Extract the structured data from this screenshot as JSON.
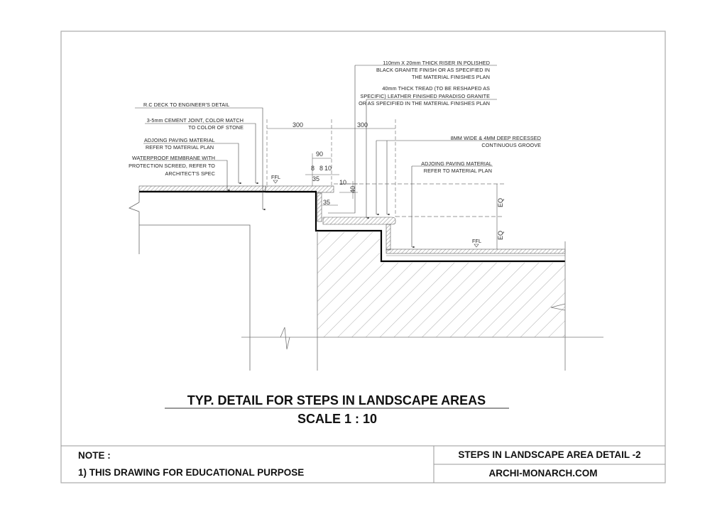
{
  "drawing": {
    "title": "TYP. DETAIL FOR STEPS IN LANDSCAPE AREAS",
    "scale": "SCALE 1  : 10"
  },
  "annotations": {
    "riser": [
      "110mm X 20mm THICK RISER IN POLISHED",
      "BLACK GRANITE FINISH OR AS SPECIFIED IN",
      "THE MATERIAL FINISHES PLAN"
    ],
    "tread": [
      "40mm THICK TREAD  (TO BE RESHAPED AS",
      "SPECIFIC) LEATHER FINISHED PARADISO GRANITE",
      "OR AS SPECIFIED IN THE MATERIAL FINISHES PLAN"
    ],
    "rc_deck": [
      "R.C DECK TO ENGINEER'S DETAIL"
    ],
    "cement_joint": [
      "3-5mm CEMENT JOINT,  COLOR MATCH",
      "TO COLOR OF STONE"
    ],
    "paving_upper": [
      "ADJOING PAVING MATERIAL",
      "REFER TO MATERIAL PLAN"
    ],
    "membrane": [
      "WATERPROOF MEMBRANE WITH",
      "PROTECTION SCREED, REFER TO",
      "ARCHITECT'S SPEC"
    ],
    "groove": [
      "8MM WIDE & 4MM DEEP RECESSED",
      "CONTINUOUS GROOVE"
    ],
    "paving_lower": [
      "ADJOING PAVING MATERIAL",
      "REFER TO MATERIAL PLAN"
    ],
    "ffl_upper": "FFL",
    "ffl_lower": "FFL"
  },
  "dimensions": {
    "d300_left": "300",
    "d300_right": "300",
    "d90": "90",
    "d8a": "8",
    "d8b": "8",
    "d10a": "10",
    "d35_top": "35",
    "d10_side": "10",
    "d40": "40",
    "d35_riser": "35",
    "eq_upper": "EQ",
    "eq_lower": "EQ"
  },
  "title_block": {
    "note_heading": "NOTE :",
    "note_1": "1) THIS DRAWING FOR EDUCATIONAL PURPOSE",
    "sheet_title": "STEPS IN LANDSCAPE AREA DETAIL -2",
    "website": "ARCHI-MONARCH.COM"
  }
}
